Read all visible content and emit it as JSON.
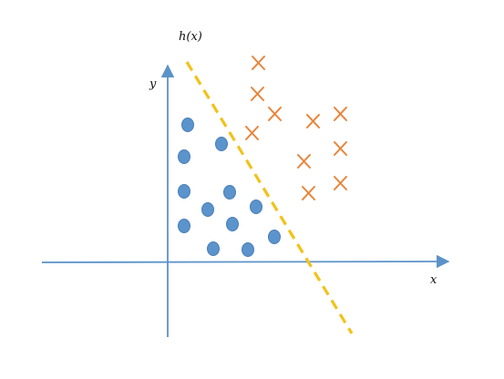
{
  "labels": {
    "boundary": "h(x)",
    "y_axis": "y",
    "x_axis": "x"
  },
  "colors": {
    "axis": "#5b93c9",
    "circle_fill": "#5b93cd",
    "circle_stroke": "#4a7fb5",
    "cross": "#e8843a",
    "boundary": "#f2c21a"
  },
  "icons": {
    "circle": "circle-marker-icon",
    "cross": "cross-marker-icon"
  }
}
